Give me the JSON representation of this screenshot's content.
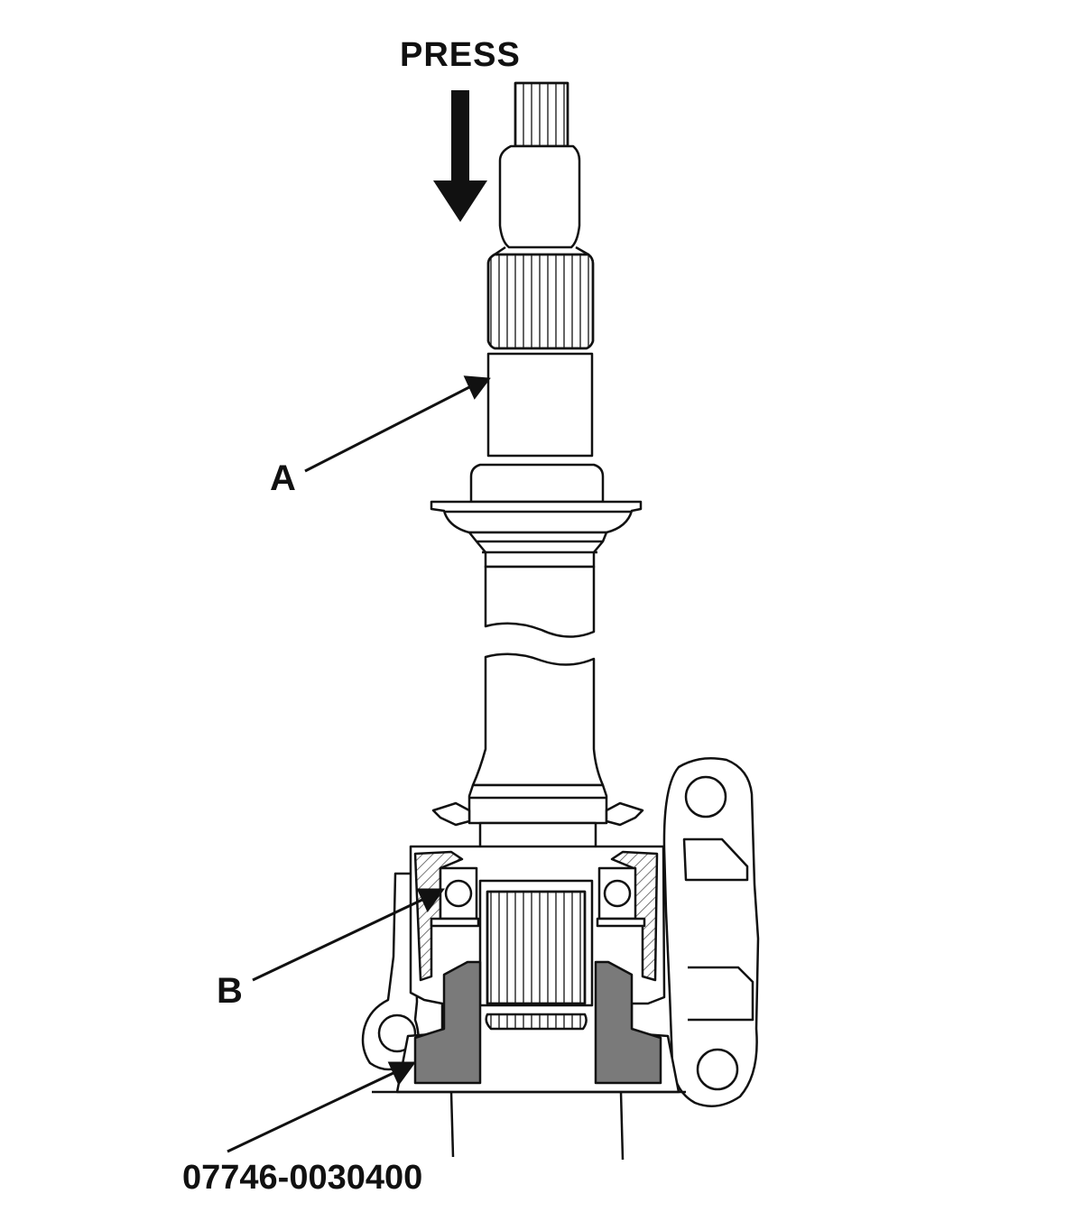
{
  "labels": {
    "press": "PRESS",
    "part_a": "A",
    "part_b": "B",
    "tool_number": "07746-0030400"
  },
  "colors": {
    "line": "#111111",
    "tool_fill": "#7a7a7a",
    "hatch": "#555555",
    "background": "#ffffff"
  }
}
